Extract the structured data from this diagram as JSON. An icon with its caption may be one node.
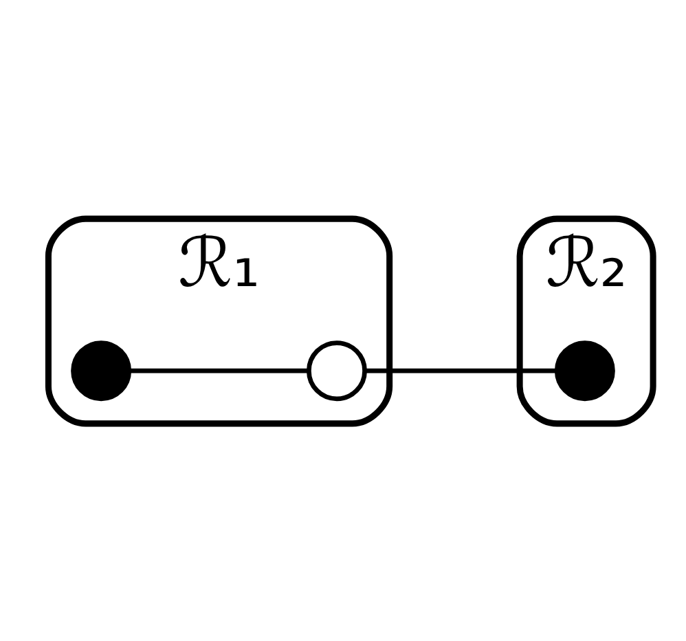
{
  "diagram": {
    "nodes": [
      {
        "text": [
          "ℛ₁"
        ]
      },
      {
        "text": [],
        "shape": "circle",
        "in": 0
      },
      {
        "text": [],
        "shape": "circle",
        "in": 0
      },
      {
        "text": [
          "ℛ₂"
        ]
      },
      {
        "text": [],
        "shape": "circle",
        "in": 3
      }
    ],
    "edges": [
      {
        "from": 1,
        "to": 2,
        "arrow": "none"
      },
      {
        "from": 2,
        "to": 4,
        "arrow": "none"
      }
    ]
  }
}
